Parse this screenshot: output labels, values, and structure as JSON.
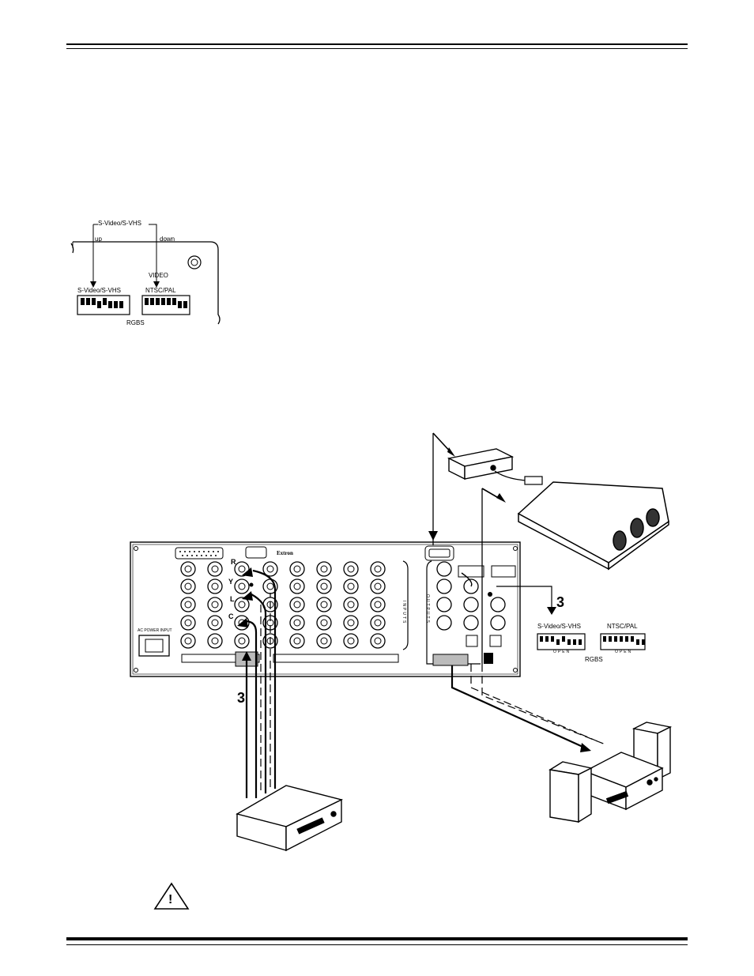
{
  "switch_inset": {
    "top_label": "S-Video/S-VHS",
    "up_label": "up",
    "down_label": "down",
    "video_label": "VIDEO",
    "left_switch_label": "S-Video/S-VHS",
    "right_switch_label": "NTSC/PAL",
    "rgbs_label": "RGBS"
  },
  "diagram": {
    "rear_panel": {
      "brand": "Extron",
      "inputs_label": "INPUTS",
      "outputs_label": "OUTPUTS",
      "power_label": "AC POWER INPUT",
      "connector_labels": [
        "R",
        "Y",
        "L",
        "C"
      ]
    },
    "step_numbers": [
      "3",
      "3"
    ],
    "switch_callout": {
      "left_label": "S-Video/S-VHS",
      "right_label": "NTSC/PAL",
      "rgbs_label": "RGBS",
      "open_label": "OPEN"
    }
  },
  "warning": {
    "glyph": "!"
  }
}
